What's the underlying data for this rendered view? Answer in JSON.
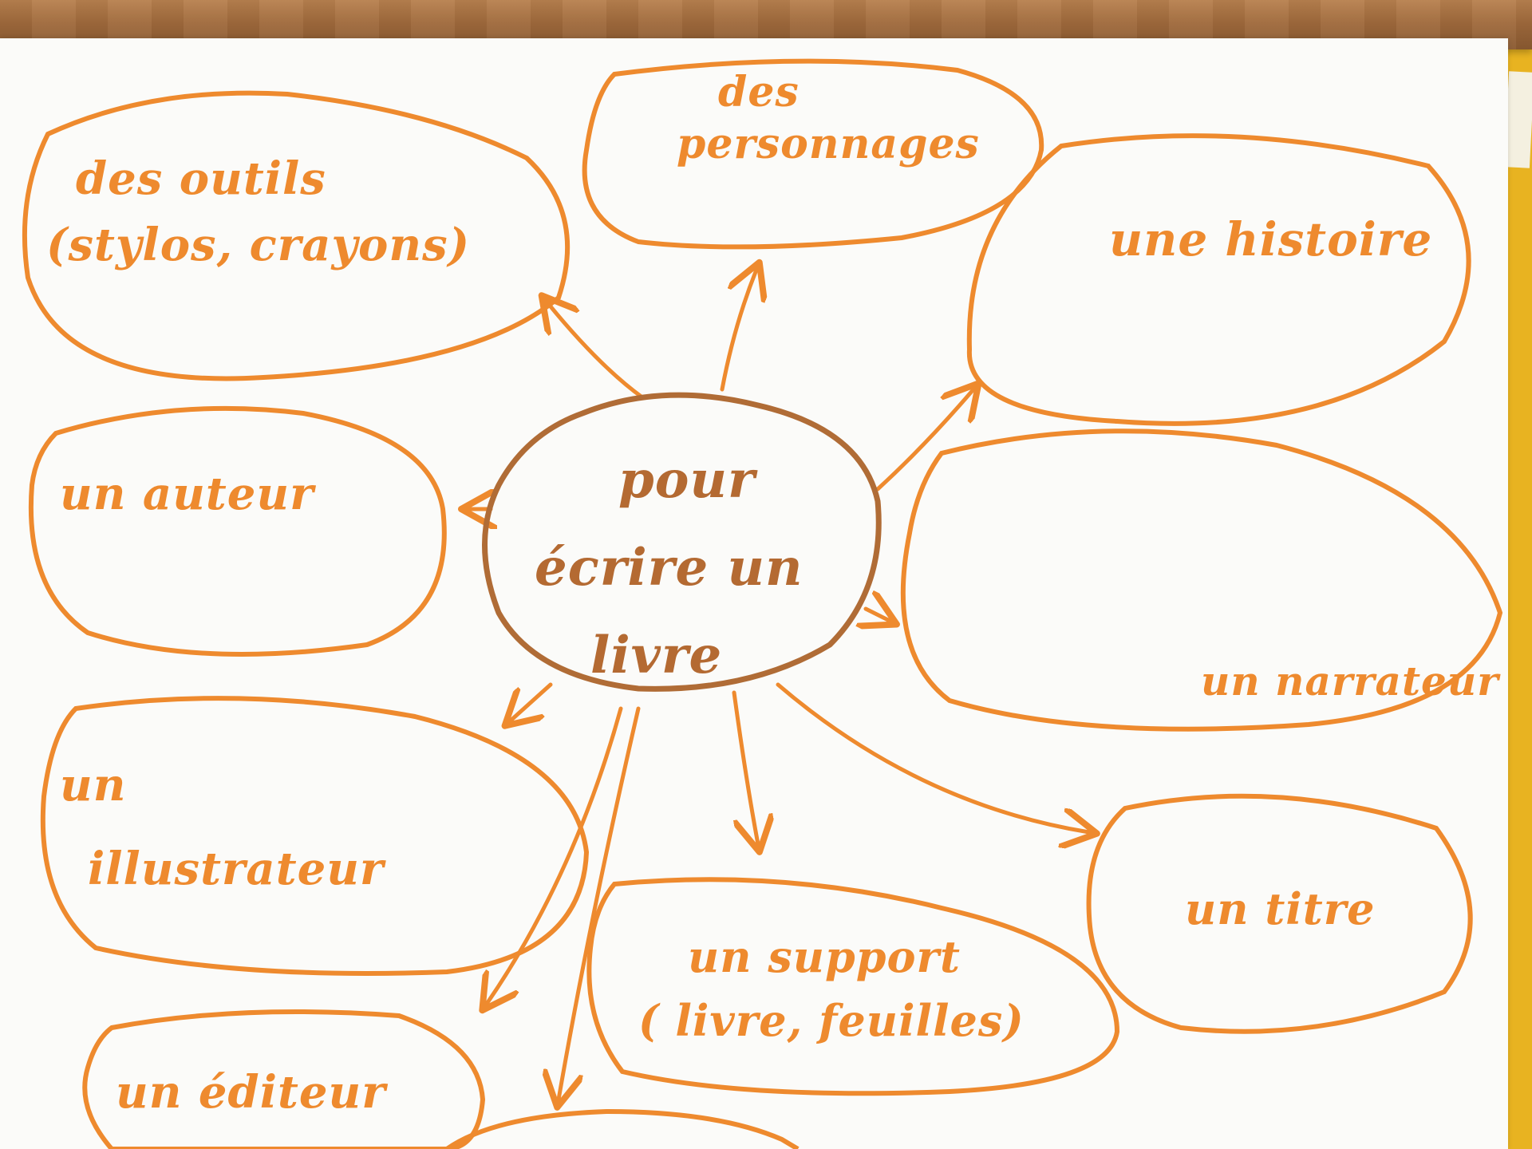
{
  "center": {
    "lines": [
      "pour",
      "écrire un",
      "livre"
    ]
  },
  "bubbles": [
    {
      "id": "outils",
      "lines": [
        "des outils",
        "(stylos, crayons)"
      ]
    },
    {
      "id": "personnages",
      "lines": [
        "des",
        "personnages"
      ]
    },
    {
      "id": "histoire",
      "lines": [
        "une histoire"
      ]
    },
    {
      "id": "auteur",
      "lines": [
        "un auteur"
      ]
    },
    {
      "id": "narrateur",
      "lines": [
        "un narrateur"
      ]
    },
    {
      "id": "illustrateur",
      "lines": [
        "un",
        "illustrateur"
      ]
    },
    {
      "id": "titre",
      "lines": [
        "un titre"
      ]
    },
    {
      "id": "support",
      "lines": [
        "un support",
        "( livre, feuilles)"
      ]
    },
    {
      "id": "editeur",
      "lines": [
        "un éditeur"
      ]
    }
  ],
  "colors": {
    "ink": "#ee8a2e",
    "center_ink": "#b06c36",
    "paper": "#fbfbf9",
    "board": "#e8b321",
    "frame": "#a06a3c"
  }
}
